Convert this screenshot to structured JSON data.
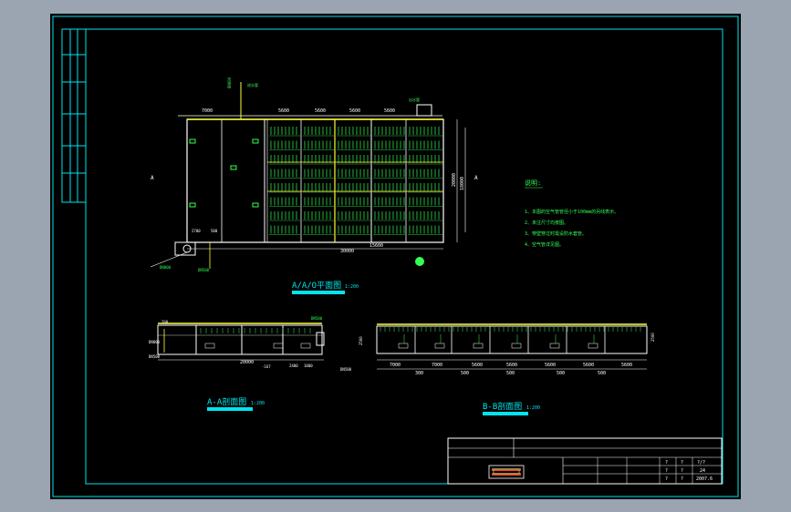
{
  "window": {
    "background": "#9aa5b1",
    "sheet_bg": "#000000",
    "frame_color": "#00e5ee"
  },
  "colors": {
    "line": "#ffffff",
    "accent": "#00e5ee",
    "green": "#33ff55",
    "yellow": "#ffff33",
    "magenta": "#ff55ff",
    "red": "#ff3333"
  },
  "plan": {
    "title": "A/A/O平面图",
    "scale": "1:200",
    "top_dims": [
      "7000",
      "5600",
      "5600",
      "5600",
      "5600"
    ],
    "bottom_dims": [
      "30000",
      "15600"
    ],
    "right_dims": [
      "20000",
      "18000"
    ],
    "left_dims": [
      "2700",
      "500"
    ],
    "left_marker": "A",
    "right_marker": "A",
    "notes": [
      "进水管",
      "出水管"
    ]
  },
  "notes": {
    "heading": "说明:",
    "items": [
      "1、本图的空气管管径小于100mm的另线表示。",
      "2、未注尺寸均按图。",
      "3、穿壁穿过时需设防水套管。",
      "4、空气管详见图。"
    ]
  },
  "section_aa": {
    "title": "A-A剖面图",
    "scale": "1:200",
    "dims": [
      "20000",
      "2400",
      "1000"
    ],
    "labels": [
      "200",
      "DN800",
      "DN500",
      "-167",
      "DN500"
    ]
  },
  "section_bb": {
    "title": "B-B剖面图",
    "scale": "1:200",
    "dims": [
      "7000",
      "7000",
      "5600",
      "5600",
      "5600",
      "5600",
      "5600"
    ],
    "dims2": [
      "300",
      "500",
      "500",
      "500",
      "500"
    ]
  },
  "title_block": {
    "cells": [
      "?",
      "?",
      "?/?",
      "?",
      "?",
      "?",
      "?",
      "?",
      "2007.6",
      "24"
    ]
  }
}
